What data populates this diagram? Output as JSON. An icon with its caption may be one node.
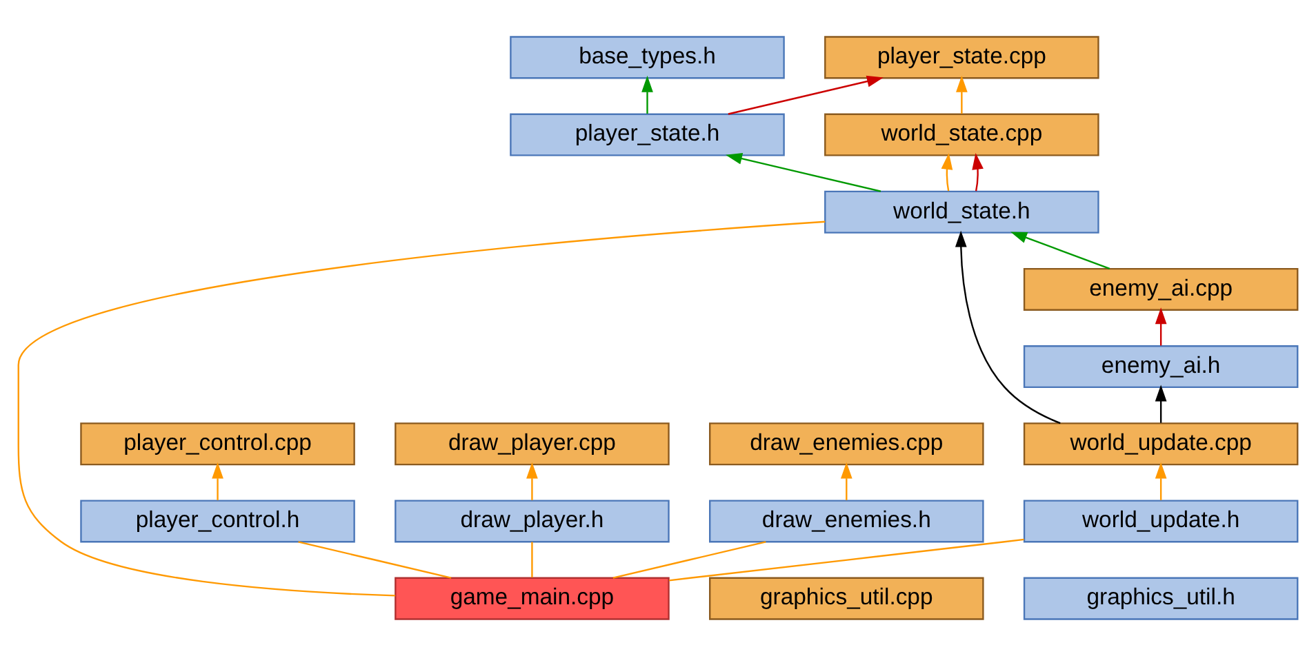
{
  "diagram": {
    "nodes": [
      {
        "text": [
          "base_types.h"
        ]
      },
      {
        "text": [
          "player_state.cpp"
        ]
      },
      {
        "text": [
          "graphics_util.cpp"
        ]
      },
      {
        "text": [
          "player_state.h"
        ]
      },
      {
        "text": [
          "world_state.cpp"
        ]
      },
      {
        "text": [
          "graphics_util.h"
        ]
      },
      {
        "text": [
          "world_state.h"
        ]
      },
      {
        "text": [
          "enemy_ai.cpp"
        ]
      },
      {
        "text": [
          "enemy_ai.h"
        ]
      },
      {
        "text": [
          "player_control.cpp"
        ]
      },
      {
        "text": [
          "draw_player.cpp"
        ]
      },
      {
        "text": [
          "draw_enemies.cpp"
        ]
      },
      {
        "text": [
          "world_update.cpp"
        ]
      },
      {
        "text": [
          "player_control.h"
        ]
      },
      {
        "text": [
          "draw_player.h"
        ]
      },
      {
        "text": [
          "draw_enemies.h"
        ]
      },
      {
        "text": [
          "world_update.h"
        ]
      },
      {
        "text": [
          "game_main.cpp"
        ]
      }
    ],
    "edges": [
      {
        "from": 3,
        "to": 0,
        "arrow": "to",
        "color": "#009900"
      },
      {
        "from": 3,
        "to": 1,
        "arrow": "to",
        "color": "#cc0000"
      },
      {
        "from": 4,
        "to": 1,
        "arrow": "to"
      },
      {
        "from": 6,
        "to": 4,
        "arrow": "to"
      },
      {
        "from": 6,
        "to": 4,
        "arrow": "to",
        "color": "#cc0000"
      },
      {
        "from": 6,
        "to": 3,
        "arrow": "to",
        "color": "#009900"
      },
      {
        "from": 7,
        "to": 6,
        "arrow": "to",
        "color": "#009900"
      },
      {
        "from": 8,
        "to": 7,
        "arrow": "to",
        "color": "#cc0000"
      },
      {
        "from": 12,
        "to": 8,
        "arrow": "to",
        "color": "#000000"
      },
      {
        "from": 12,
        "to": 6,
        "arrow": "to",
        "color": "#000000"
      },
      {
        "from": 16,
        "to": 12,
        "arrow": "to"
      },
      {
        "from": 13,
        "to": 9,
        "arrow": "to"
      },
      {
        "from": 14,
        "to": 10,
        "arrow": "to"
      },
      {
        "from": 15,
        "to": 11,
        "arrow": "to"
      },
      {
        "from": 17,
        "to": 16,
        "arrow": "none"
      },
      {
        "from": 17,
        "to": 13,
        "arrow": "none"
      },
      {
        "from": 17,
        "to": 6,
        "arrow": "none"
      },
      {
        "from": 17,
        "to": 14,
        "arrow": "none"
      },
      {
        "from": 17,
        "to": 15,
        "arrow": "none"
      }
    ]
  }
}
